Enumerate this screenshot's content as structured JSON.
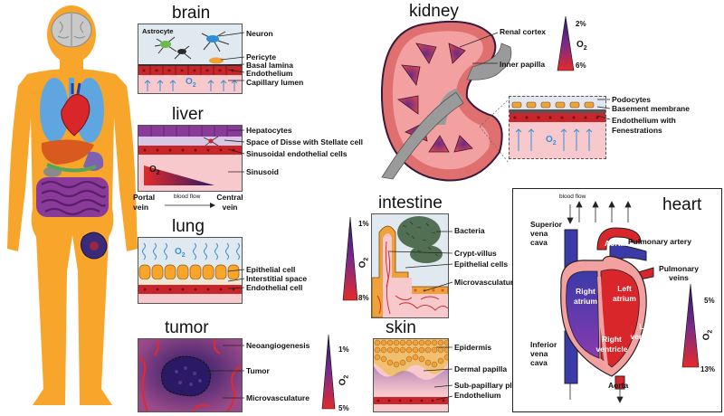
{
  "brain": {
    "title": "brain",
    "astrocyte": "Astrocyte",
    "o2": "O",
    "labels": [
      "Neuron",
      "Pericyte",
      "Basal lamina",
      "Endothelium",
      "Capillary lumen"
    ]
  },
  "liver": {
    "title": "liver",
    "o2": "O",
    "labels": [
      "Hepatocytes",
      "Space of Disse with Stellate cell",
      "Sinusoidal endothelial cells",
      "Sinusoid"
    ],
    "portal": "Portal vein",
    "central": "Central vein",
    "flow": "blood flow"
  },
  "lung": {
    "title": "lung",
    "o2": "O",
    "labels": [
      "Epithelial cell",
      "Interstitial space",
      "Endothelial cell"
    ]
  },
  "tumor": {
    "title": "tumor",
    "labels": [
      "Neoangiogenesis",
      "Tumor",
      "Microvasculature"
    ],
    "o2_top": "1%",
    "o2_bottom": "5%",
    "o2": "O"
  },
  "kidney": {
    "title": "kidney",
    "labels": [
      "Renal cortex",
      "Inner papilla"
    ],
    "inset_labels": [
      "Podocytes",
      "Basement membrane",
      "Endothelium with Fenestrations"
    ],
    "o2_top": "2%",
    "o2_bottom": "6%",
    "o2": "O"
  },
  "intestine": {
    "title": "intestine",
    "labels": [
      "Bacteria",
      "Crypt-villus",
      "Epithelial cells",
      "Microvasculature"
    ],
    "o2_top": "1%",
    "o2_bottom": "8%",
    "o2": "O"
  },
  "skin": {
    "title": "skin",
    "labels": [
      "Epidermis",
      "Dermal papilla",
      "Sub-papillary plexus",
      "Endothelium"
    ]
  },
  "heart": {
    "title": "heart",
    "flow": "blood flow",
    "labels": [
      "Superior vena cava",
      "Aorta",
      "Pulmonary artery",
      "Pulmonary veins",
      "Right atrium",
      "Left atrium",
      "Left ventricle",
      "Right ventricle",
      "Inferior vena cava"
    ],
    "aorta_bottom": "Aorta",
    "o2_top": "5%",
    "o2_bottom": "13%",
    "o2": "O"
  },
  "colors": {
    "body": "#f7a52b",
    "brain_gray": "#c9c9c9",
    "lung_blue": "#5fa6e0",
    "heart_red": "#d8262b",
    "endothelium_red": "#c8262a",
    "lumen_pink": "#f7c9cd",
    "intestine_purple": "#8a3b9a",
    "gradient_dark": "#2a1a66",
    "gradient_red": "#e32a2a"
  }
}
